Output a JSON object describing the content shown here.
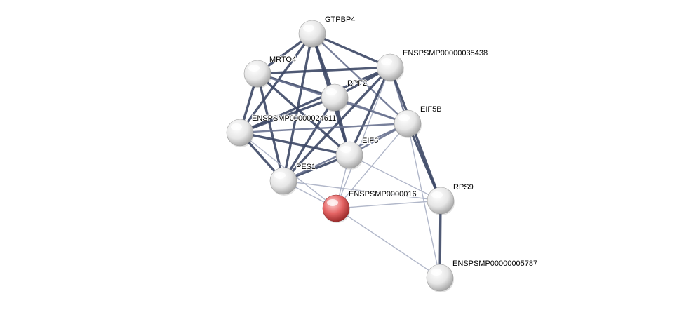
{
  "network": {
    "nodes": [
      {
        "id": "GTPBP4",
        "label": "GTPBP4",
        "color": "#e0e0e0",
        "query": false
      },
      {
        "id": "ENSPSMP00000035438",
        "label": "ENSPSMP00000035438",
        "color": "#e0e0e0",
        "query": false
      },
      {
        "id": "MRTO4",
        "label": "MRTO4",
        "color": "#e0e0e0",
        "query": false
      },
      {
        "id": "RPF2",
        "label": "RPF2",
        "color": "#e0e0e0",
        "query": false
      },
      {
        "id": "EIF5B",
        "label": "EIF5B",
        "color": "#e0e0e0",
        "query": false
      },
      {
        "id": "ENSPSMP00000024611",
        "label": "ENSPSMP00000024611",
        "color": "#e0e0e0",
        "query": false
      },
      {
        "id": "EIF6",
        "label": "EIF6",
        "color": "#e0e0e0",
        "query": false
      },
      {
        "id": "PES1",
        "label": "PES1",
        "color": "#e0e0e0",
        "query": false
      },
      {
        "id": "ENSPSMP0000016",
        "label": "ENSPSMP0000016",
        "color": "#d94a4a",
        "query": true
      },
      {
        "id": "RPS9",
        "label": "RPS9",
        "color": "#e0e0e0",
        "query": false
      },
      {
        "id": "ENSPSMP00000005787",
        "label": "ENSPSMP00000005787",
        "color": "#e0e0e0",
        "query": false
      }
    ],
    "edges": [
      {
        "from": "GTPBP4",
        "to": "MRTO4",
        "strength": "strong"
      },
      {
        "from": "GTPBP4",
        "to": "ENSPSMP00000035438",
        "strength": "strong"
      },
      {
        "from": "GTPBP4",
        "to": "RPF2",
        "strength": "strong"
      },
      {
        "from": "GTPBP4",
        "to": "ENSPSMP00000024611",
        "strength": "strong"
      },
      {
        "from": "GTPBP4",
        "to": "EIF6",
        "strength": "strong"
      },
      {
        "from": "GTPBP4",
        "to": "PES1",
        "strength": "strong"
      },
      {
        "from": "GTPBP4",
        "to": "EIF5B",
        "strength": "medium"
      },
      {
        "from": "MRTO4",
        "to": "ENSPSMP00000035438",
        "strength": "strong"
      },
      {
        "from": "MRTO4",
        "to": "RPF2",
        "strength": "strong"
      },
      {
        "from": "MRTO4",
        "to": "ENSPSMP00000024611",
        "strength": "strong"
      },
      {
        "from": "MRTO4",
        "to": "EIF6",
        "strength": "strong"
      },
      {
        "from": "MRTO4",
        "to": "PES1",
        "strength": "strong"
      },
      {
        "from": "MRTO4",
        "to": "EIF5B",
        "strength": "medium"
      },
      {
        "from": "ENSPSMP00000035438",
        "to": "RPF2",
        "strength": "strong"
      },
      {
        "from": "ENSPSMP00000035438",
        "to": "ENSPSMP00000024611",
        "strength": "strong"
      },
      {
        "from": "ENSPSMP00000035438",
        "to": "EIF6",
        "strength": "strong"
      },
      {
        "from": "ENSPSMP00000035438",
        "to": "PES1",
        "strength": "strong"
      },
      {
        "from": "ENSPSMP00000035438",
        "to": "EIF5B",
        "strength": "medium"
      },
      {
        "from": "ENSPSMP00000035438",
        "to": "RPS9",
        "strength": "strong"
      },
      {
        "from": "ENSPSMP00000035438",
        "to": "ENSPSMP0000016",
        "strength": "weak"
      },
      {
        "from": "RPF2",
        "to": "ENSPSMP00000024611",
        "strength": "strong"
      },
      {
        "from": "RPF2",
        "to": "EIF6",
        "strength": "strong"
      },
      {
        "from": "RPF2",
        "to": "PES1",
        "strength": "strong"
      },
      {
        "from": "RPF2",
        "to": "EIF5B",
        "strength": "medium"
      },
      {
        "from": "ENSPSMP00000024611",
        "to": "EIF6",
        "strength": "strong"
      },
      {
        "from": "ENSPSMP00000024611",
        "to": "PES1",
        "strength": "strong"
      },
      {
        "from": "ENSPSMP00000024611",
        "to": "EIF5B",
        "strength": "medium"
      },
      {
        "from": "ENSPSMP00000024611",
        "to": "ENSPSMP0000016",
        "strength": "weak"
      },
      {
        "from": "EIF6",
        "to": "PES1",
        "strength": "strong"
      },
      {
        "from": "EIF6",
        "to": "EIF5B",
        "strength": "medium"
      },
      {
        "from": "EIF6",
        "to": "ENSPSMP0000016",
        "strength": "weak"
      },
      {
        "from": "EIF6",
        "to": "RPS9",
        "strength": "weak"
      },
      {
        "from": "PES1",
        "to": "EIF5B",
        "strength": "medium"
      },
      {
        "from": "PES1",
        "to": "ENSPSMP0000016",
        "strength": "weak"
      },
      {
        "from": "PES1",
        "to": "RPS9",
        "strength": "weak"
      },
      {
        "from": "EIF5B",
        "to": "RPS9",
        "strength": "strong"
      },
      {
        "from": "EIF5B",
        "to": "ENSPSMP0000016",
        "strength": "weak"
      },
      {
        "from": "EIF5B",
        "to": "ENSPSMP00000005787",
        "strength": "weak"
      },
      {
        "from": "ENSPSMP0000016",
        "to": "RPS9",
        "strength": "weak"
      },
      {
        "from": "ENSPSMP0000016",
        "to": "ENSPSMP00000005787",
        "strength": "weak"
      },
      {
        "from": "RPS9",
        "to": "ENSPSMP00000005787",
        "strength": "strong"
      }
    ],
    "edge_colors": {
      "strong": "#3d4866",
      "medium": "#6a7391",
      "weak": "#a9b0c4"
    }
  }
}
